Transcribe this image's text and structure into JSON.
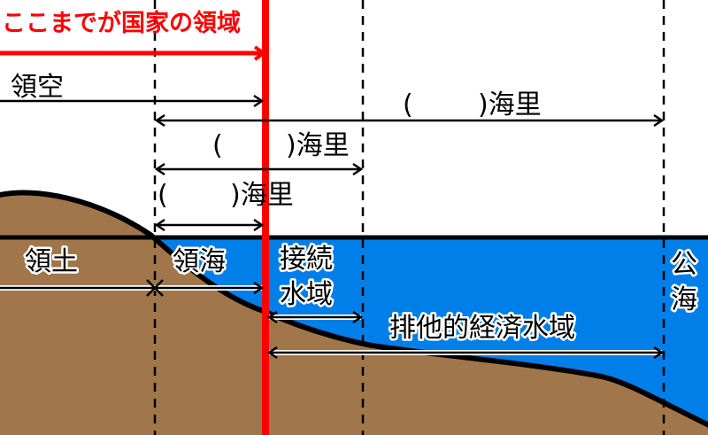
{
  "title": "ここまでが国家の領域",
  "labels": {
    "airspace": "領空",
    "territory": "領土",
    "territorial_sea": "領海",
    "contiguous_zone_line1": "接続",
    "contiguous_zone_line2": "水域",
    "eez": "排他的経済水域",
    "high_seas_line1": "公",
    "high_seas_line2": "海"
  },
  "distances": {
    "eez_open": "(",
    "eez_close": ")海里",
    "contiguous_open": "(",
    "contiguous_close": ")海里",
    "territorial_open": "(",
    "territorial_close": ")海里"
  },
  "colors": {
    "sea": "#007fe8",
    "land": "#a0764a",
    "boundary": "#ff0000"
  }
}
